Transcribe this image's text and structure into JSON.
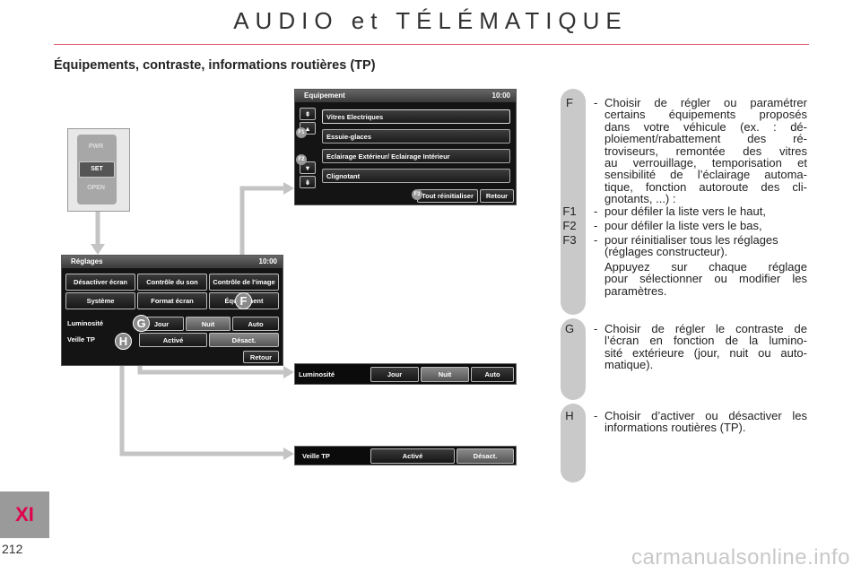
{
  "header": {
    "title": "AUDIO et TÉLÉMATIQUE"
  },
  "section": {
    "heading": "Équipements, contraste, informations routières (TP)"
  },
  "chapter_tab": "XI",
  "page_number": "212",
  "watermark": "carmanualsonline.info",
  "keypad": {
    "pwr": "PWR",
    "set": "SET",
    "open": "OPEN"
  },
  "screen_reglages": {
    "title": "Réglages",
    "time": "10:00",
    "buttons": [
      "Désactiver écran",
      "Contrôle du son",
      "Contrôle de l'image",
      "Système",
      "Format écran",
      "Équipement"
    ],
    "luminosite_label": "Luminosité",
    "luminosite_options": [
      "Jour",
      "Nuit",
      "Auto"
    ],
    "veille_label": "Veille TP",
    "veille_options": [
      "Activé",
      "Désact."
    ],
    "back": "Retour",
    "badge_f": "F",
    "badge_g": "G",
    "badge_h": "H"
  },
  "screen_equipement": {
    "title": "Equipement",
    "time": "10:00",
    "items": [
      "Vitres Electriques",
      "Essuie-glaces",
      "Eclairage Extérieur/ Eclairage Intérieur",
      "Clignotant"
    ],
    "reset": "Tout réinitialiser",
    "back": "Retour",
    "f1": "F1",
    "f2": "F2",
    "f3": "F3"
  },
  "strip_luminosite": {
    "label": "Luminosité",
    "options": [
      "Jour",
      "Nuit",
      "Auto"
    ]
  },
  "strip_veille": {
    "label": "Veille TP",
    "options": [
      "Activé",
      "Désact."
    ]
  },
  "descriptions": {
    "f": {
      "letter": "F",
      "lines": [
        "Choisir de régler ou paramétrer",
        "certains équipements proposés",
        "dans votre véhicule (ex. : dé-",
        "ploiement/rabattement des ré-",
        "troviseurs, remontée des vitres",
        "au verrouillage, temporisation et",
        "sensibilité de l’éclairage automa-",
        "tique, fonction autoroute des cli-",
        "gnotants, ...) :"
      ]
    },
    "f1": {
      "letter": "F1",
      "text": "pour défiler la liste vers le haut,"
    },
    "f2": {
      "letter": "F2",
      "text": "pour défiler la liste vers le bas,"
    },
    "f3": {
      "letter": "F3",
      "lines": [
        "pour réinitialiser tous les réglages",
        "(réglages constructeur)."
      ]
    },
    "f3_note": [
      "Appuyez sur chaque réglage",
      "pour sélectionner ou modifier les",
      "paramètres."
    ],
    "g": {
      "letter": "G",
      "lines": [
        "Choisir de régler le contraste de",
        "l’écran en fonction de la lumino-",
        "sité extérieure (jour, nuit ou auto-",
        "matique)."
      ]
    },
    "h": {
      "letter": "H",
      "lines": [
        "Choisir d’activer ou désactiver les",
        "informations routières (TP)."
      ]
    }
  }
}
